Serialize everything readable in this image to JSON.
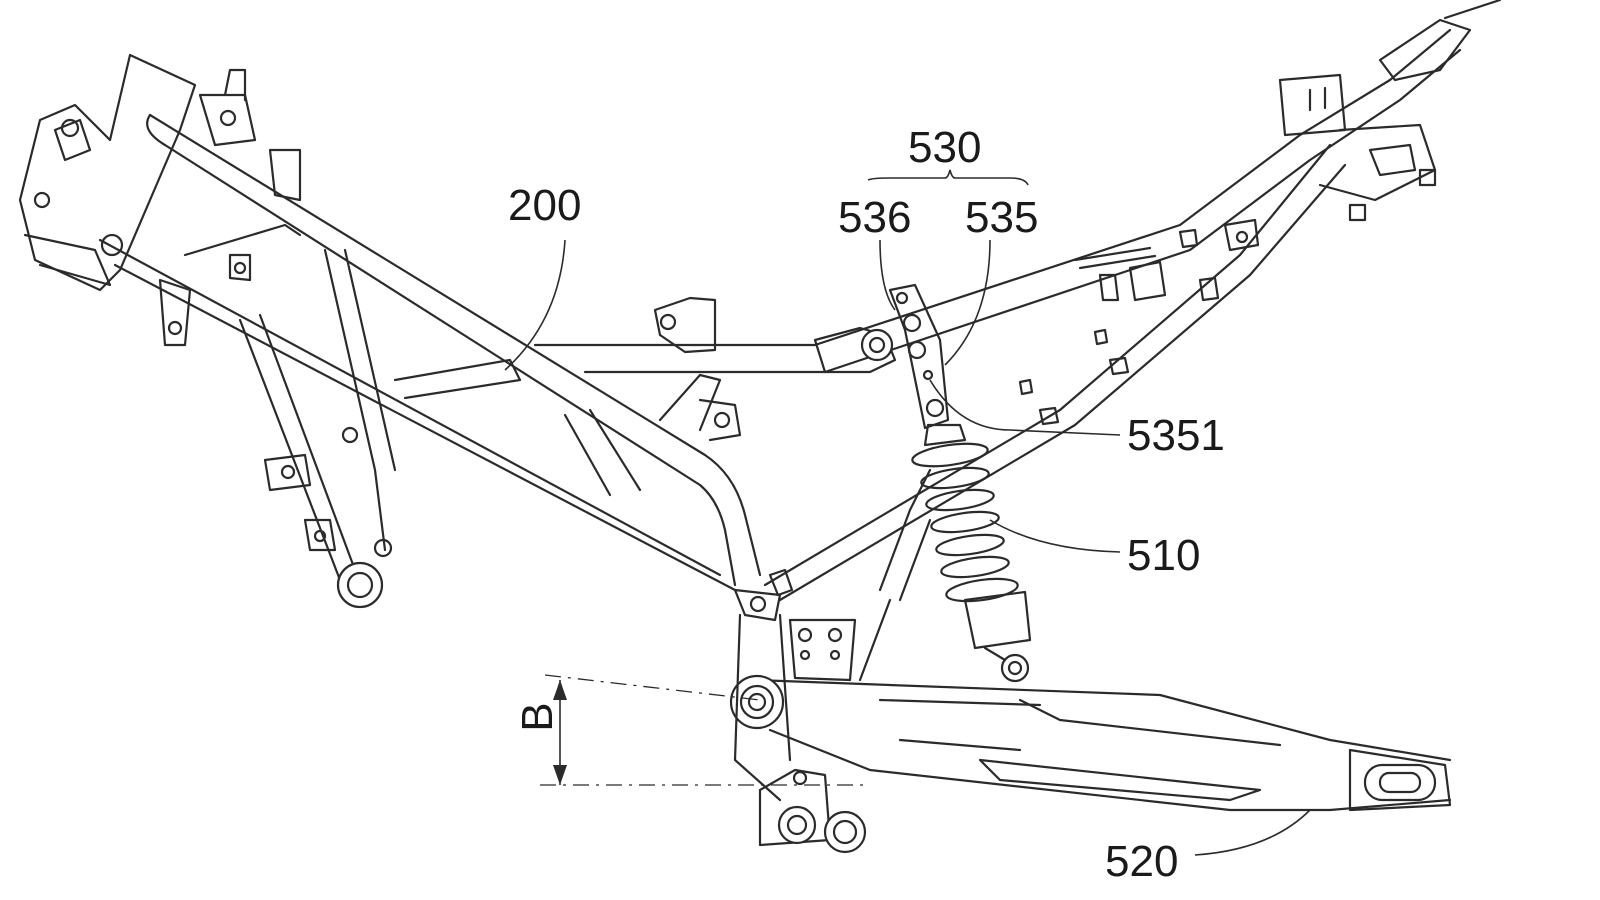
{
  "labels": {
    "frame": "200",
    "shock_absorber": "510",
    "swing_arm": "520",
    "bracket_assembly": "530",
    "bracket_536": "536",
    "bracket_535": "535",
    "hole_5351": "5351",
    "distance": "B"
  },
  "colors": {
    "line": "#2b2b2b",
    "background": "#ffffff"
  }
}
